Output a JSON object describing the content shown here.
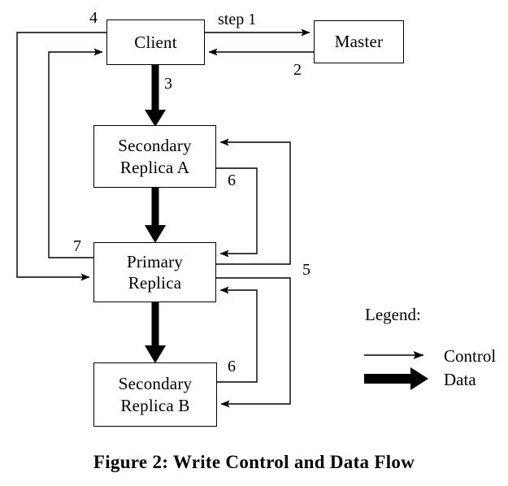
{
  "figure": {
    "caption": "Figure 2:  Write Control and Data Flow"
  },
  "nodes": {
    "client": {
      "label": "Client"
    },
    "master": {
      "label": "Master"
    },
    "secondary_a": {
      "line1": "Secondary",
      "line2": "Replica A"
    },
    "primary": {
      "line1": "Primary",
      "line2": "Replica"
    },
    "secondary_b": {
      "line1": "Secondary",
      "line2": "Replica B"
    }
  },
  "edge_labels": {
    "step1": "step 1",
    "two": "2",
    "three": "3",
    "four": "4",
    "seven": "7",
    "six_upper": "6",
    "six_lower": "6",
    "five": "5"
  },
  "legend": {
    "title": "Legend:",
    "control_label": "Control",
    "data_label": "Data"
  },
  "colors": {
    "stroke": "#000000",
    "background": "#ffffff"
  }
}
